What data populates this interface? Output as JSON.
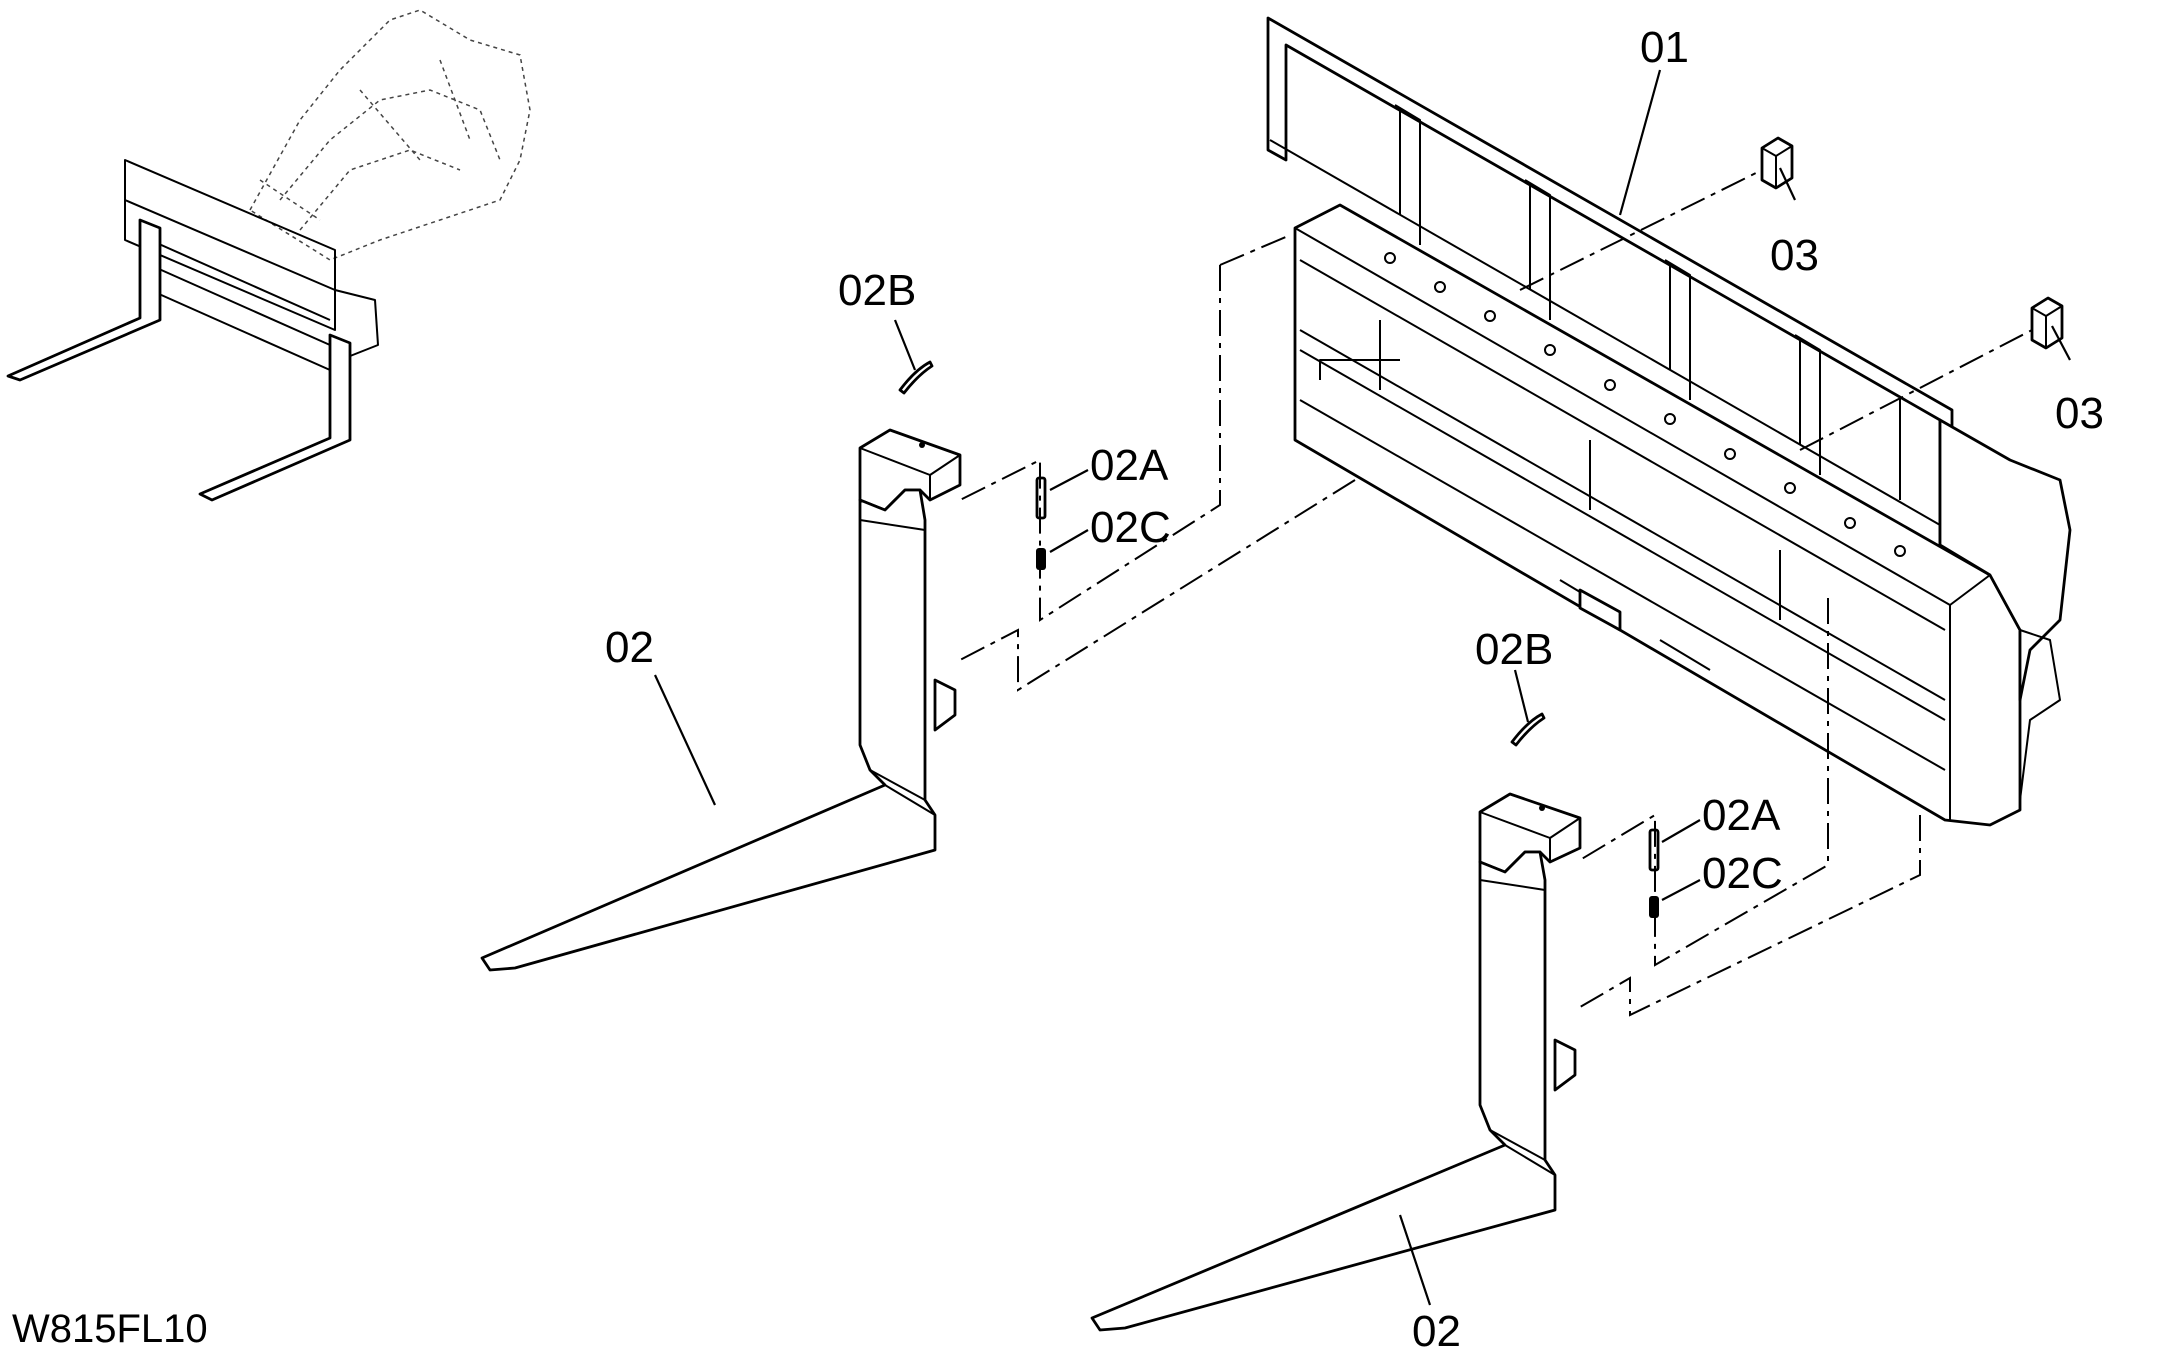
{
  "drawing": {
    "code": "W815FL10"
  },
  "callouts": {
    "frame": "01",
    "fork_left": "02",
    "fork_right": "02",
    "pin_left": "02A",
    "pin_right": "02A",
    "clip_left": "02B",
    "clip_right": "02B",
    "spring_left": "02C",
    "spring_right": "02C",
    "pad_top": "03",
    "pad_bottom": "03"
  }
}
